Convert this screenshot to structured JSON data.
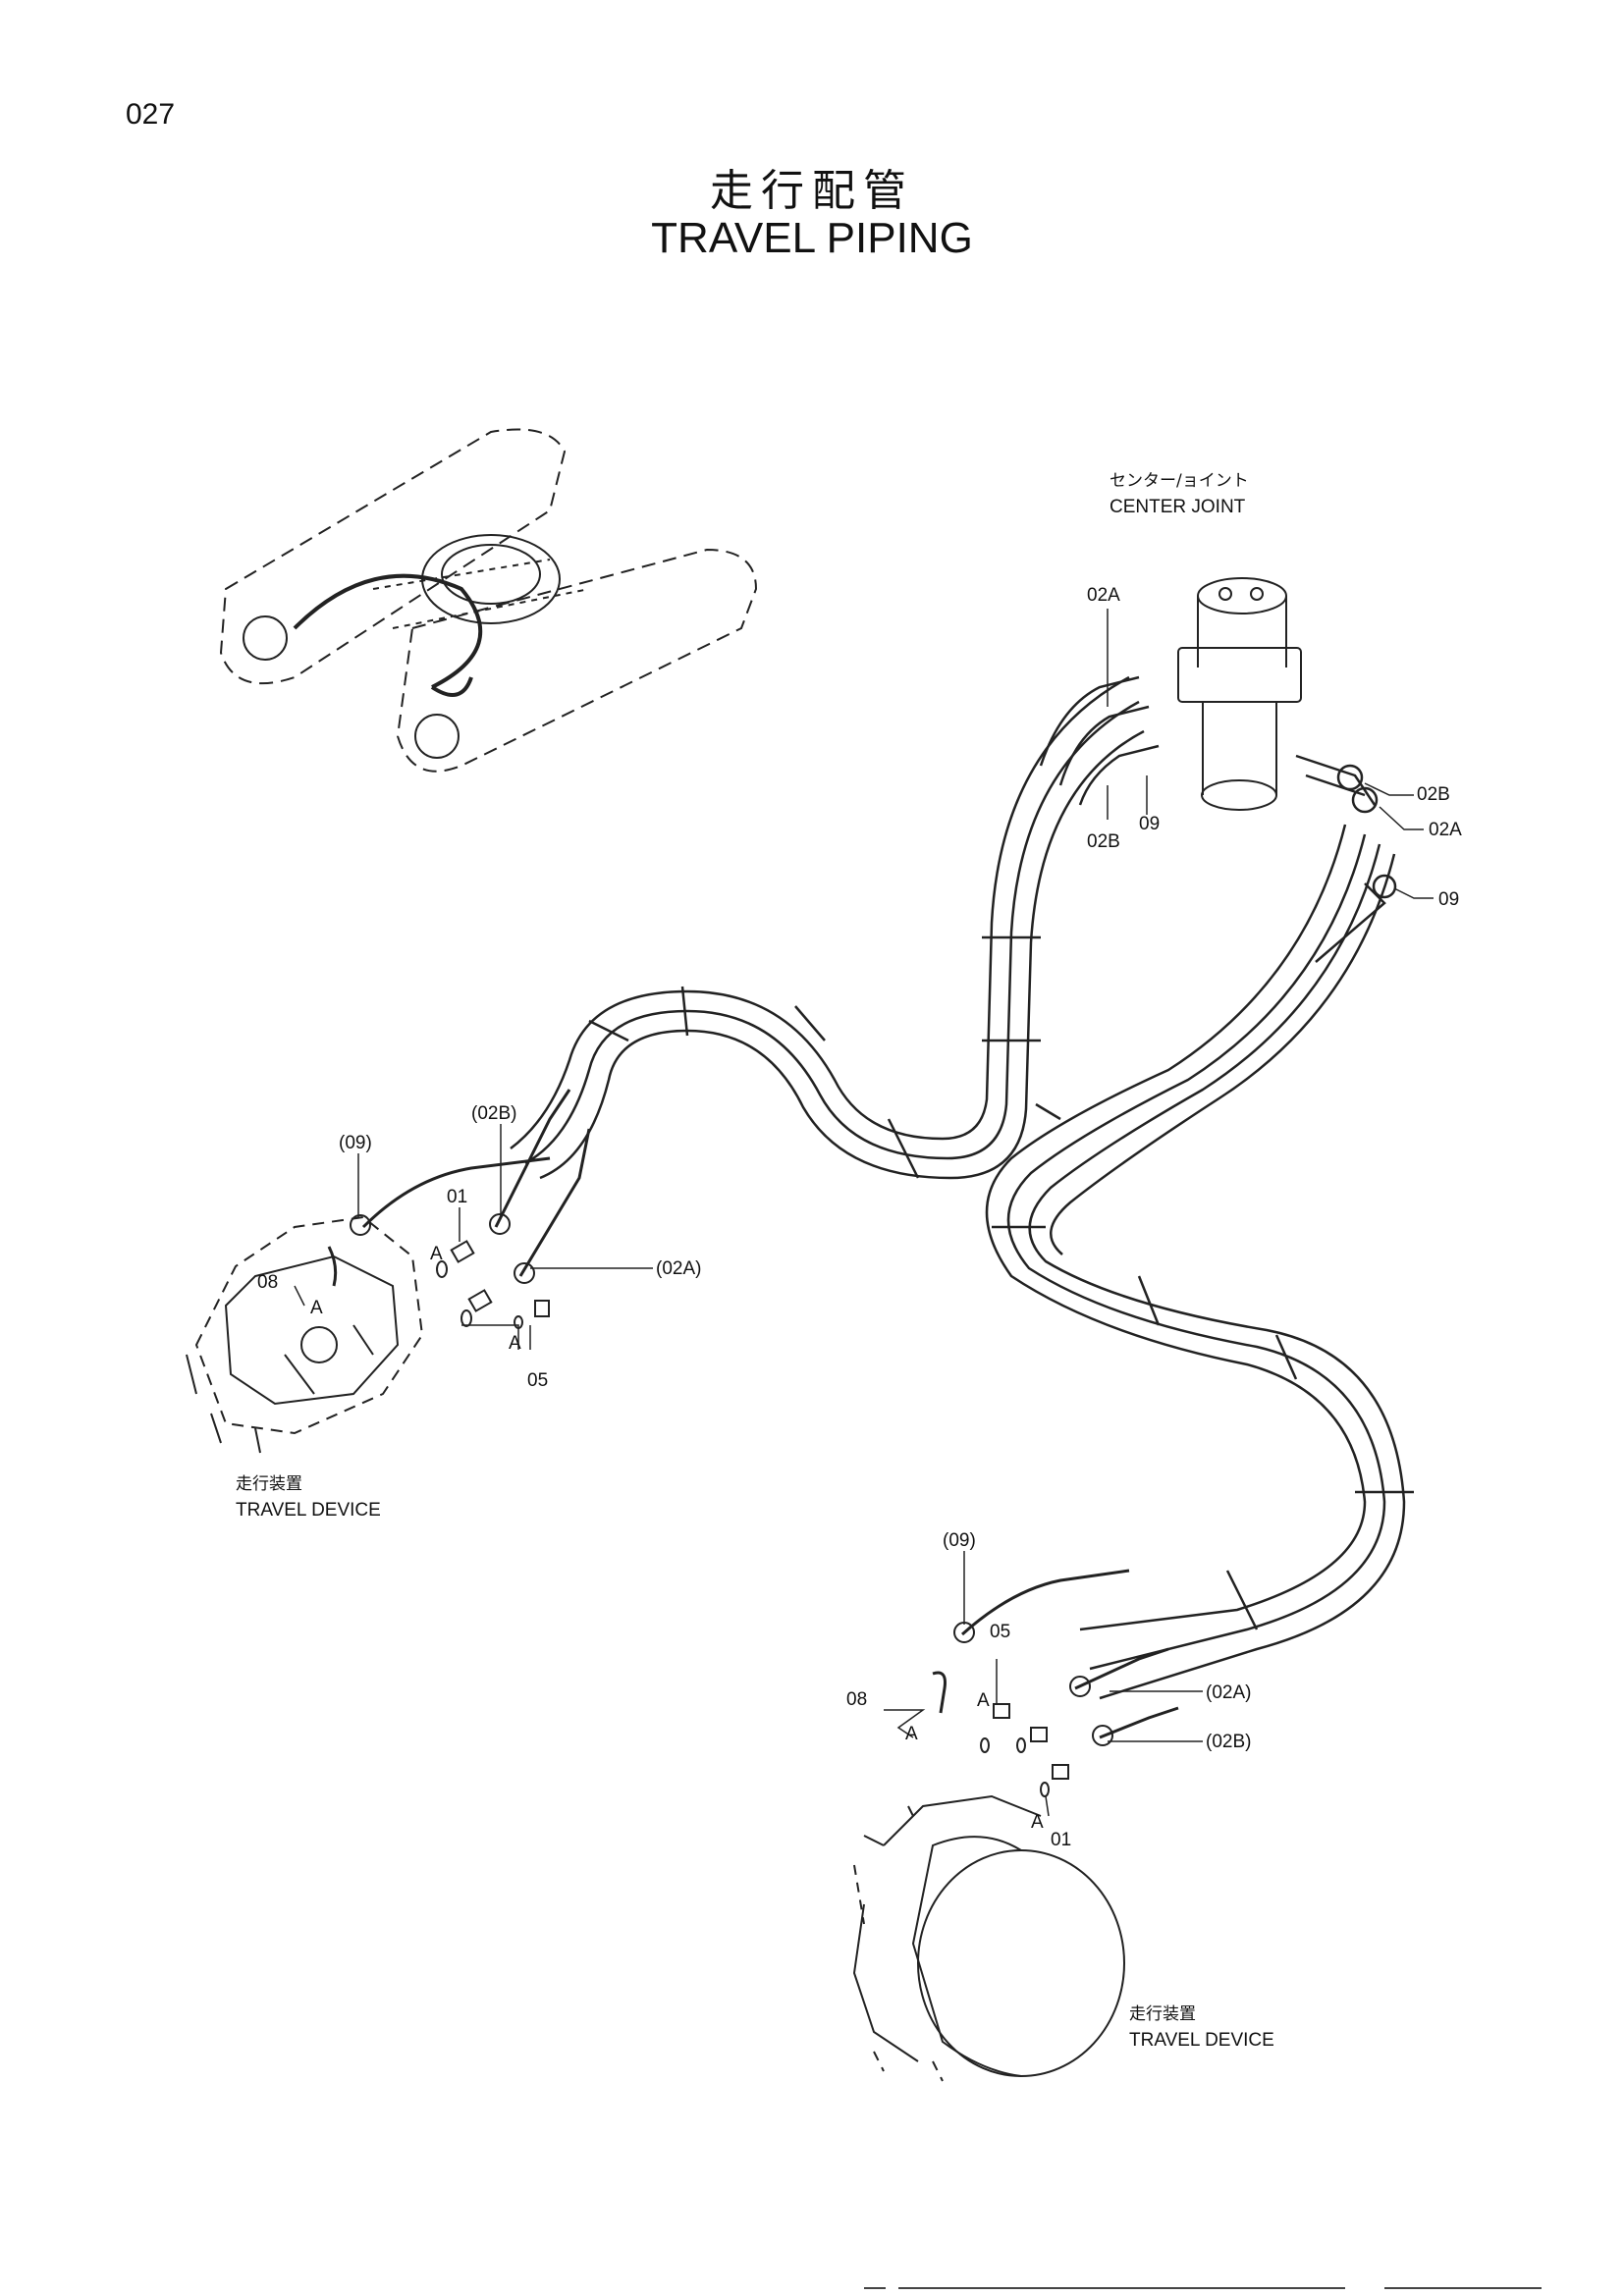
{
  "page": {
    "number": "027"
  },
  "title": {
    "jp": "走行配管",
    "en": "TRAVEL PIPING"
  },
  "labels": {
    "center_joint_jp": "センター/ョイント",
    "center_joint_en": "CENTER JOINT",
    "travel_device_jp": "走行装置",
    "travel_device_en": "TRAVEL DEVICE"
  },
  "callouts": {
    "cj_02a_top": "02A",
    "cj_02b_bottom": "02B",
    "cj_09_bottom": "09",
    "cj_02b_right": "02B",
    "cj_02a_right": "02A",
    "cj_09_right": "09",
    "left_09": "(09)",
    "left_02b": "(02B)",
    "left_01": "01",
    "left_a1": "A",
    "left_08": "08",
    "left_a2": "A",
    "left_02a": "(02A)",
    "left_a3": "A",
    "left_05": "05",
    "right_09": "(09)",
    "right_05": "05",
    "right_a1": "A",
    "right_08": "08",
    "right_a2": "A",
    "right_02a": "(02A)",
    "right_02b": "(02B)",
    "right_a3": "A",
    "right_01": "01"
  }
}
